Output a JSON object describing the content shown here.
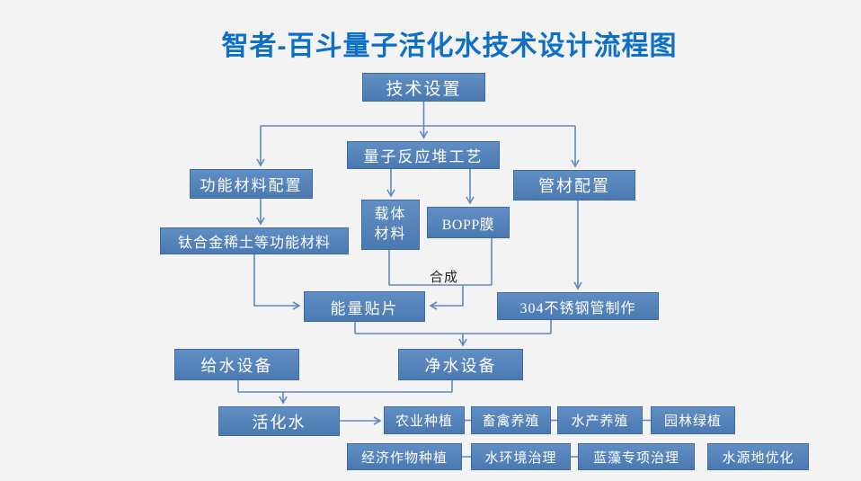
{
  "title": "智者-百斗量子活化水技术设计流程图",
  "nodes": {
    "tech_setup": "技术设置",
    "quantum_reactor": "量子反应堆工艺",
    "func_material_config": "功能材料配置",
    "pipe_config": "管材配置",
    "carrier_material": "载体材料",
    "bopp_film": "BOPP膜",
    "titanium_material": "钛合金稀土等功能材料",
    "energy_patch": "能量贴片",
    "steel_pipe": "304不锈钢管制作",
    "water_supply": "给水设备",
    "water_purify": "净水设备",
    "activated_water": "活化水",
    "agriculture": "农业种植",
    "livestock": "畜禽养殖",
    "aquaculture": "水产养殖",
    "garden": "园林绿植",
    "cash_crops": "经济作物种植",
    "water_env": "水环境治理",
    "algae": "蓝藻专项治理",
    "water_source": "水源地优化"
  },
  "labels": {
    "synthesis": "合成"
  },
  "edges": [
    {
      "from": "tech_setup",
      "to": "func_material_config"
    },
    {
      "from": "tech_setup",
      "to": "quantum_reactor"
    },
    {
      "from": "tech_setup",
      "to": "pipe_config"
    },
    {
      "from": "quantum_reactor",
      "to": "carrier_material"
    },
    {
      "from": "quantum_reactor",
      "to": "bopp_film"
    },
    {
      "from": "func_material_config",
      "to": "titanium_material"
    },
    {
      "from": "pipe_config",
      "to": "steel_pipe"
    },
    {
      "from": "titanium_material",
      "to": "energy_patch"
    },
    {
      "from": "carrier_material",
      "to": "energy_patch",
      "label": "合成"
    },
    {
      "from": "bopp_film",
      "to": "energy_patch",
      "label": "合成"
    },
    {
      "from": "energy_patch",
      "to": "water_purify"
    },
    {
      "from": "steel_pipe",
      "to": "water_purify"
    },
    {
      "from": "water_supply",
      "to": "activated_water"
    },
    {
      "from": "water_purify",
      "to": "activated_water"
    },
    {
      "from": "activated_water",
      "to": "agriculture"
    },
    {
      "from": "agriculture",
      "to": "livestock"
    },
    {
      "from": "livestock",
      "to": "aquaculture"
    },
    {
      "from": "aquaculture",
      "to": "garden"
    },
    {
      "from": "cash_crops",
      "to": "water_env"
    },
    {
      "from": "water_env",
      "to": "algae"
    }
  ],
  "colors": {
    "background": "#f3f3f4",
    "box_fill": "#4f81bd",
    "box_border": "#3e6ba3",
    "box_text": "#ffffff",
    "connector": "#6089c0",
    "title": "#0d6fc6",
    "synthesis_label": "#262626"
  }
}
